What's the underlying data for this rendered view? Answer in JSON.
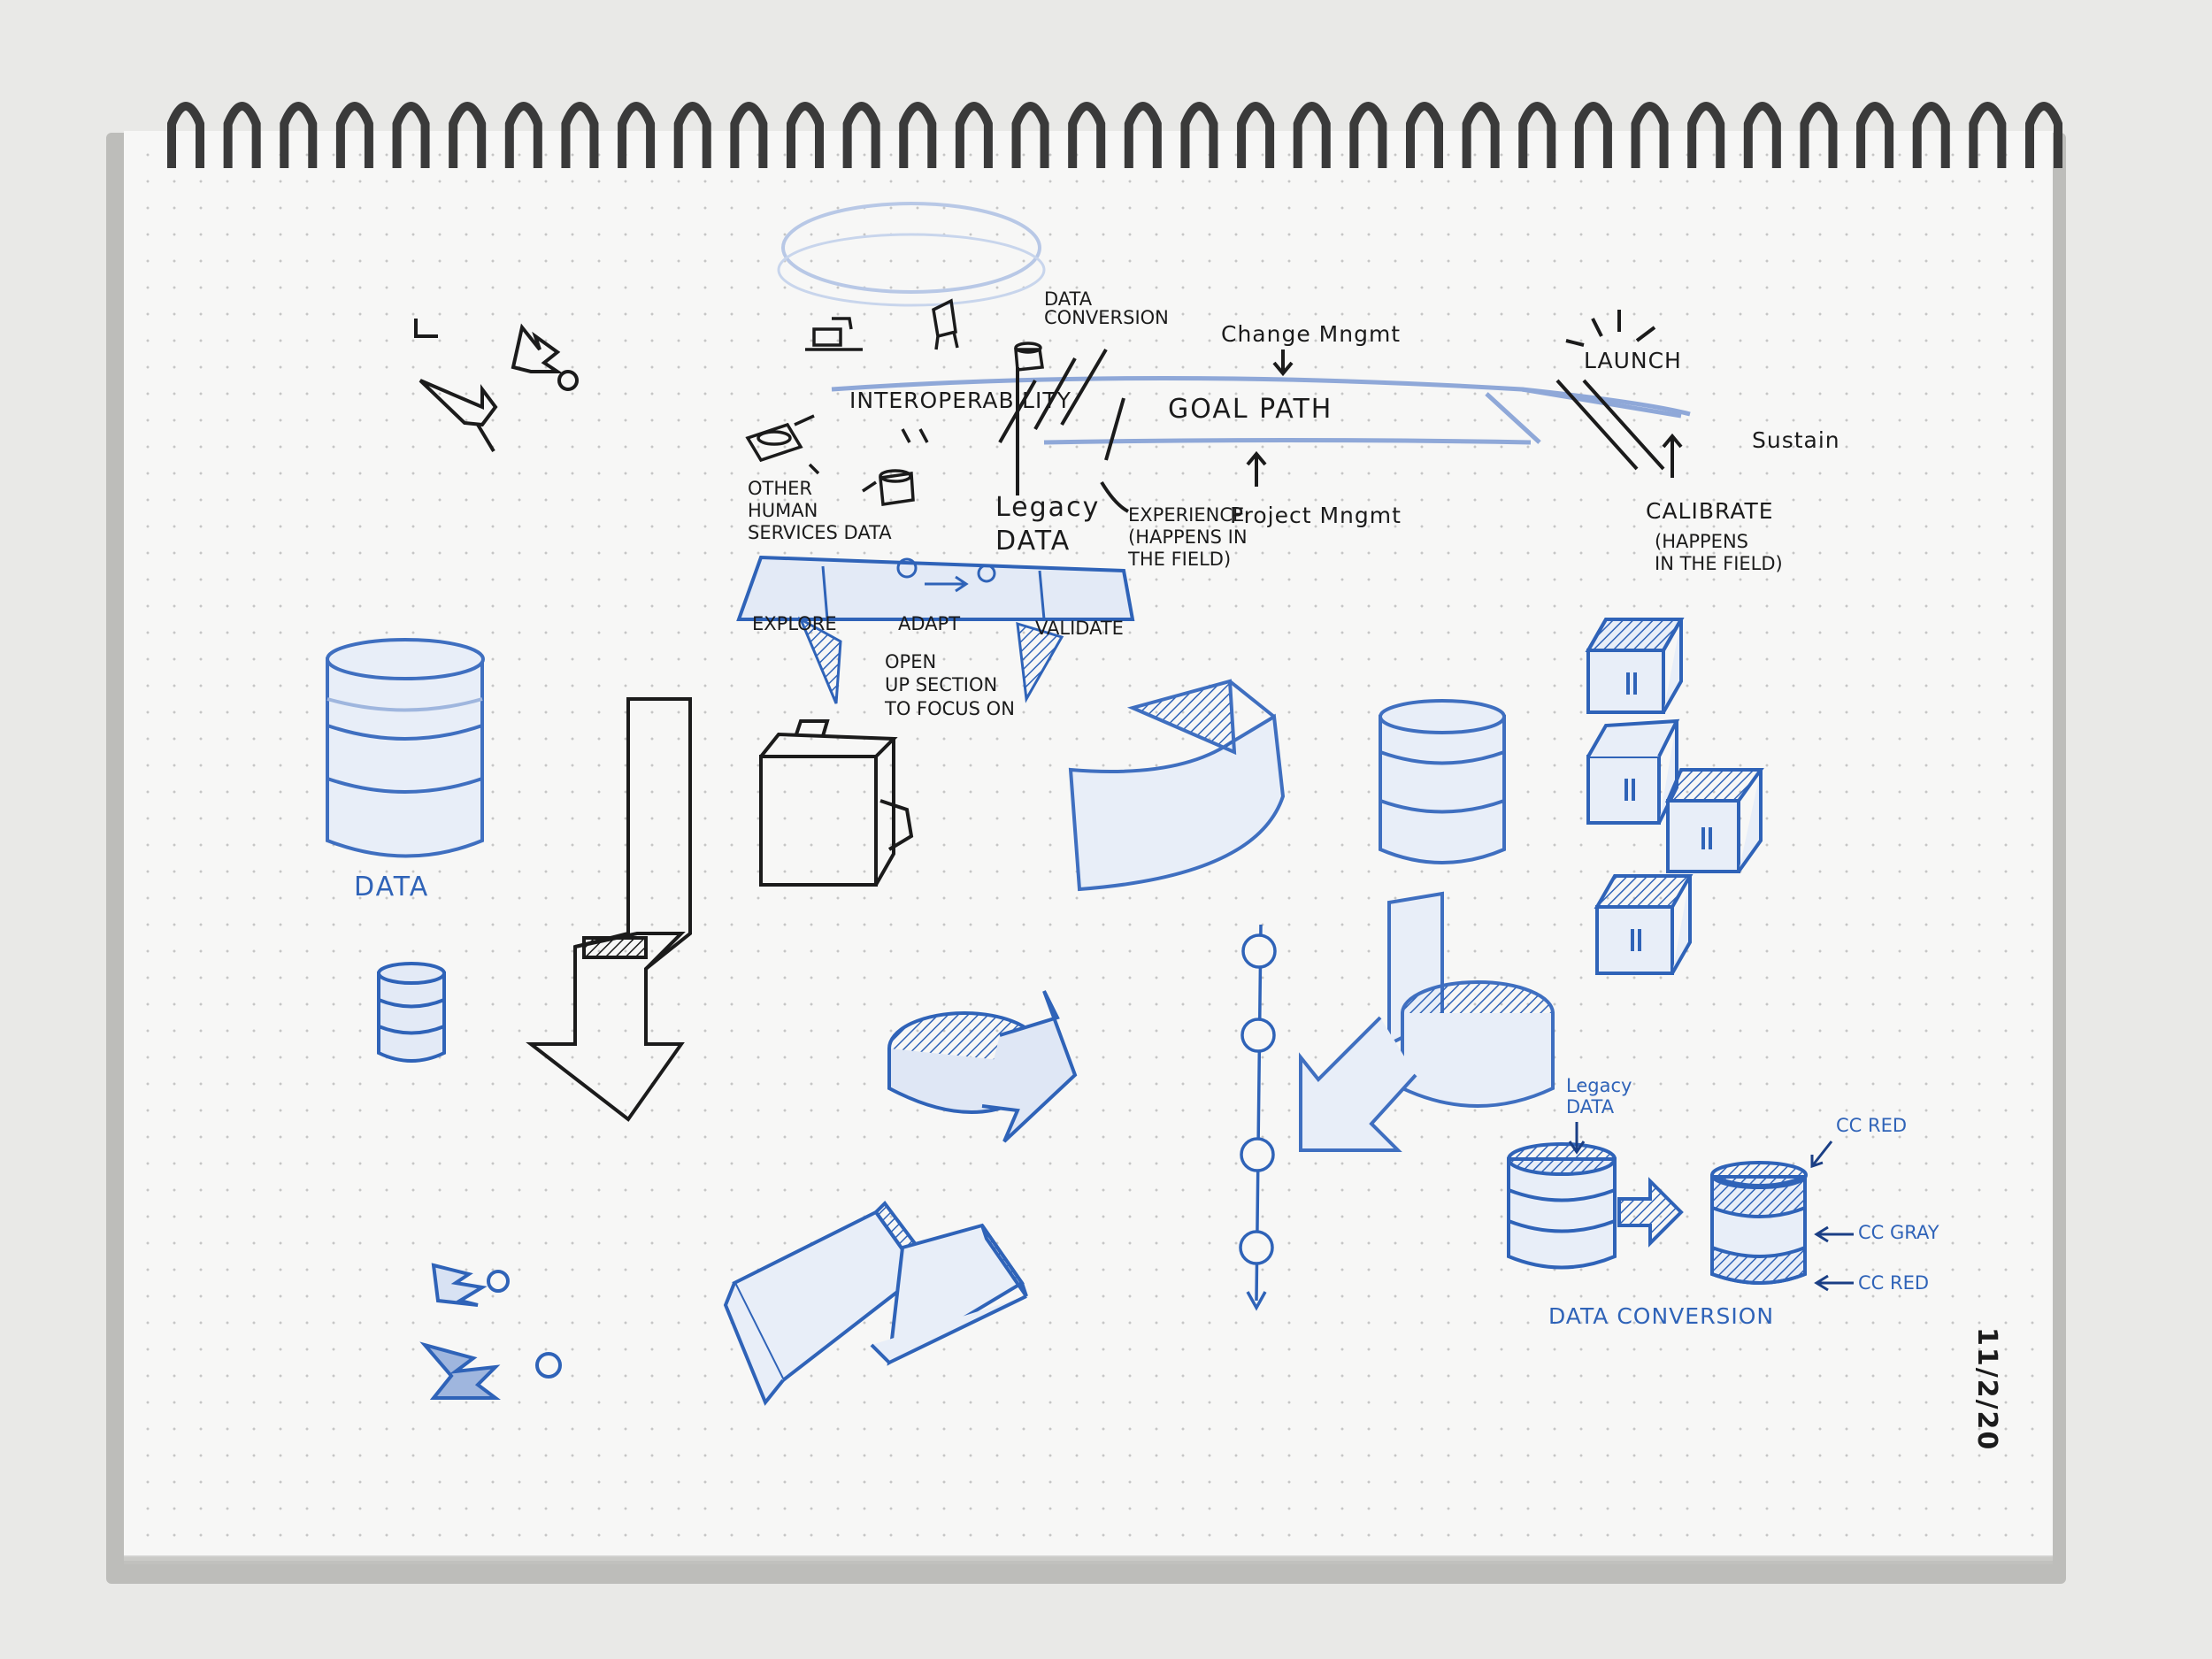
{
  "notes": {
    "data_conversion_top": "DATA\nCONVERSION",
    "change_mgmt": "Change Mngmt",
    "launch": "LAUNCH",
    "interoperability": "INTEROPERABILITY",
    "goal_path": "GOAL PATH",
    "sustain": "Sustain",
    "other_human_services_data": "OTHER\nHUMAN\nSERVICES DATA",
    "legacy_data": "Legacy\nDATA",
    "experience": "EXPERIENCE\n(HAPPENS IN\nTHE FIELD)",
    "project_mgmt": "Project Mngmt",
    "calibrate": "CALIBRATE",
    "calibrate_note": "(HAPPENS\nIN THE FIELD)",
    "explore": "EXPLORE",
    "adapt": "ADAPT",
    "validate": "VALIDATE",
    "open_up": "OPEN\nUP SECTION\nTO FOCUS ON",
    "data": "DATA",
    "legacy_data_small": "Legacy\nDATA",
    "cc_red_top": "CC RED",
    "cc_gray": "CC GRAY",
    "cc_red_bottom": "CC RED",
    "data_conversion_bottom": "DATA CONVERSION",
    "date": "11/2/20"
  },
  "colors": {
    "paper": "#f7f7f6",
    "ink": "#1b1b1b",
    "pencil_blue": "#2f63b8",
    "light_blue": "#9fb6de",
    "binding": "#3a3a3a"
  }
}
